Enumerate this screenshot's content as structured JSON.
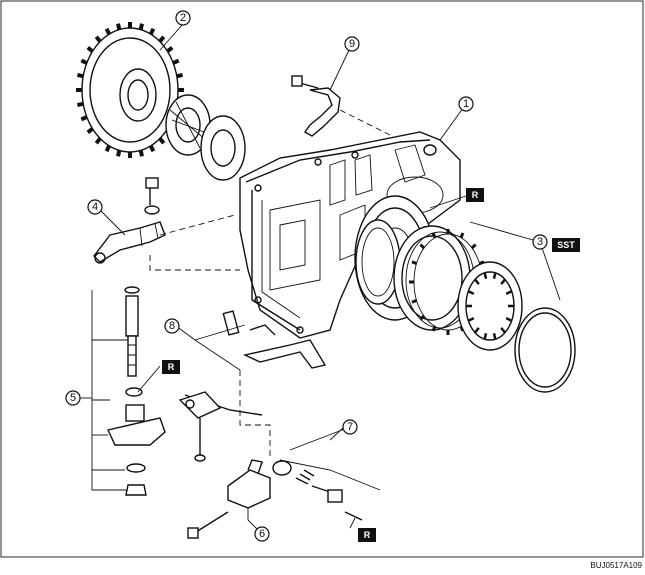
{
  "callouts": [
    "1",
    "2",
    "3",
    "4",
    "5",
    "6",
    "7",
    "8",
    "9"
  ],
  "tags": {
    "replace_top": "R",
    "replace_left": "R",
    "replace_bottom": "R",
    "sst": "SST"
  },
  "figure_code": "BUJ0517A109"
}
